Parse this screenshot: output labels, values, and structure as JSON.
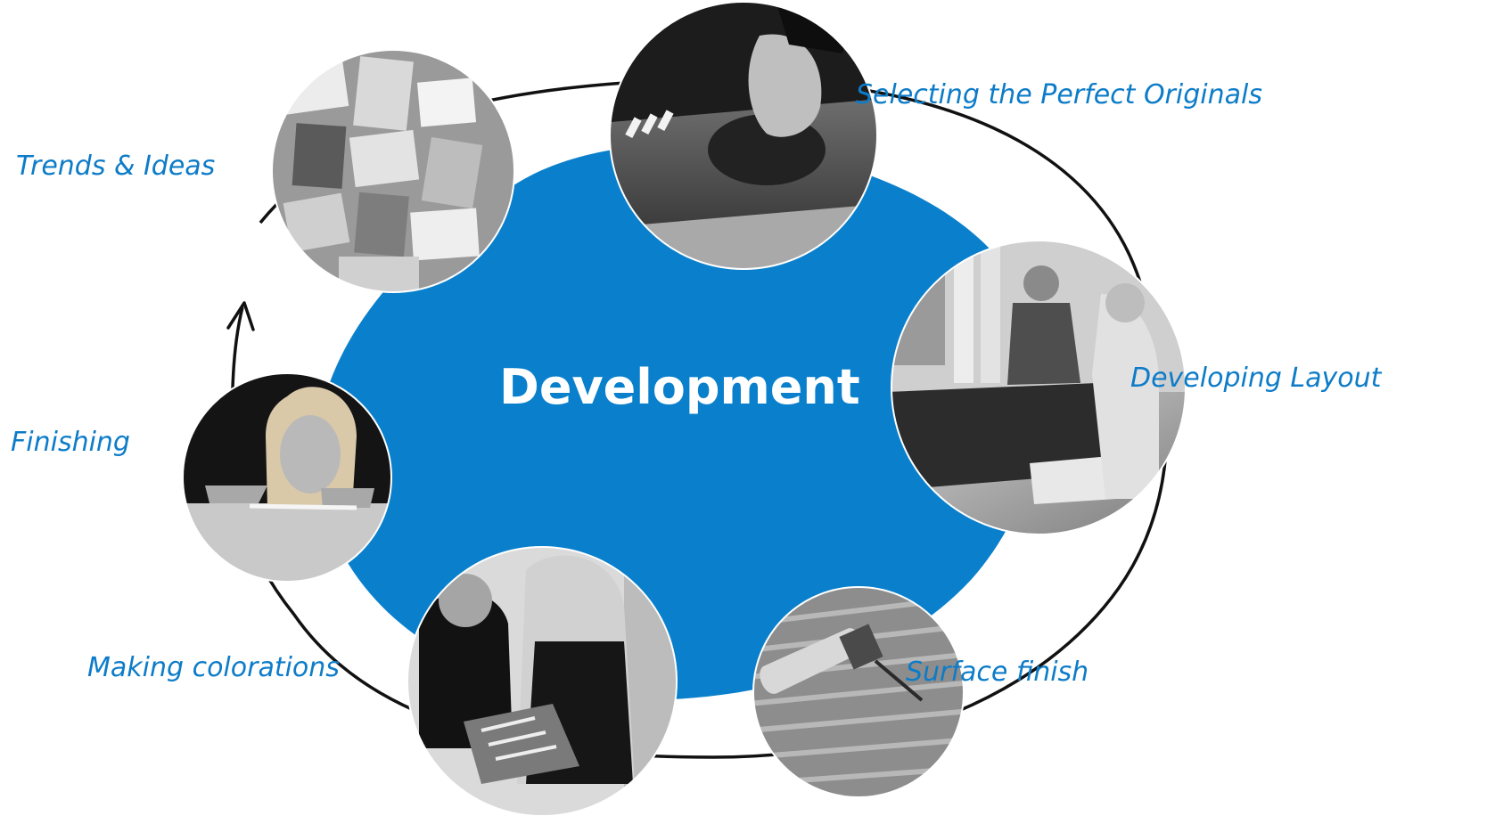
{
  "center": {
    "title": "Development",
    "color": "#0a80cc"
  },
  "steps": [
    {
      "id": "trends",
      "label": "Trends & Ideas",
      "photo": "moodboard-photo"
    },
    {
      "id": "selecting",
      "label": "Selecting the Perfect Originals",
      "photo": "hand-brushing-wood-photo"
    },
    {
      "id": "layout",
      "label": "Developing Layout",
      "photo": "team-laying-out-sheets-photo"
    },
    {
      "id": "surface",
      "label": "Surface finish",
      "photo": "engraving-tool-on-wood-photo"
    },
    {
      "id": "colorations",
      "label": "Making colorations",
      "photo": "women-sorting-color-samples-photo"
    },
    {
      "id": "finishing",
      "label": "Finishing",
      "photo": "woman-inspecting-panel-photo"
    }
  ],
  "colors": {
    "label": "#0d7cc8",
    "cycle_line": "#111111"
  }
}
